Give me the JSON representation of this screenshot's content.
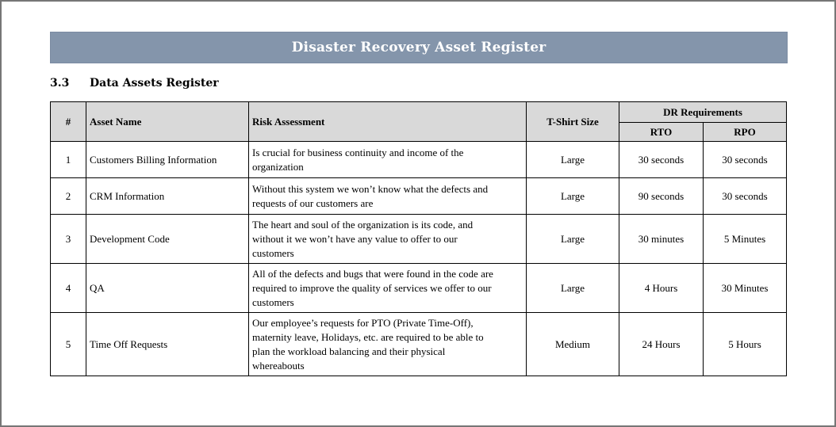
{
  "document": {
    "banner_title": "Disaster Recovery Asset Register",
    "section_number": "3.3",
    "section_title": "Data Assets Register"
  },
  "colors": {
    "banner_background": "#8495ab",
    "banner_border": "#7b8ba2",
    "banner_text": "#ffffff",
    "header_cell_background": "#d9d9d9",
    "table_border": "#000000",
    "page_border": "#767676"
  },
  "table": {
    "headers": {
      "num": "#",
      "asset_name": "Asset Name",
      "risk_assessment": "Risk Assessment",
      "tshirt_size": "T-Shirt Size",
      "dr_requirements": "DR Requirements",
      "rto": "RTO",
      "rpo": "RPO"
    },
    "rows": [
      {
        "num": "1",
        "asset_name": "Customers Billing Information",
        "risk_assessment": "Is crucial for business continuity and income of the\norganization",
        "tshirt_size": "Large",
        "rto": "30 seconds",
        "rpo": "30 seconds"
      },
      {
        "num": "2",
        "asset_name": "CRM Information",
        "risk_assessment": "Without this system we won’t know what the defects and\nrequests of our customers are",
        "tshirt_size": "Large",
        "rto": "90 seconds",
        "rpo": "30 seconds"
      },
      {
        "num": "3",
        "asset_name": "Development Code",
        "risk_assessment": "The heart and soul of the organization is its code, and\nwithout it we won’t have any value to offer to our\ncustomers",
        "tshirt_size": "Large",
        "rto": "30 minutes",
        "rpo": "5 Minutes"
      },
      {
        "num": "4",
        "asset_name": "QA",
        "risk_assessment": "All of the defects and bugs that were found in the code are\nrequired to improve the quality of services we offer to our\ncustomers",
        "tshirt_size": "Large",
        "rto": "4 Hours",
        "rpo": "30 Minutes"
      },
      {
        "num": "5",
        "asset_name": "Time Off Requests",
        "risk_assessment": "Our employee’s requests for PTO (Private Time-Off),\nmaternity leave, Holidays, etc. are required to be able to\nplan the workload balancing and their physical\nwhereabouts",
        "tshirt_size": "Medium",
        "rto": "24 Hours",
        "rpo": "5 Hours"
      }
    ]
  }
}
